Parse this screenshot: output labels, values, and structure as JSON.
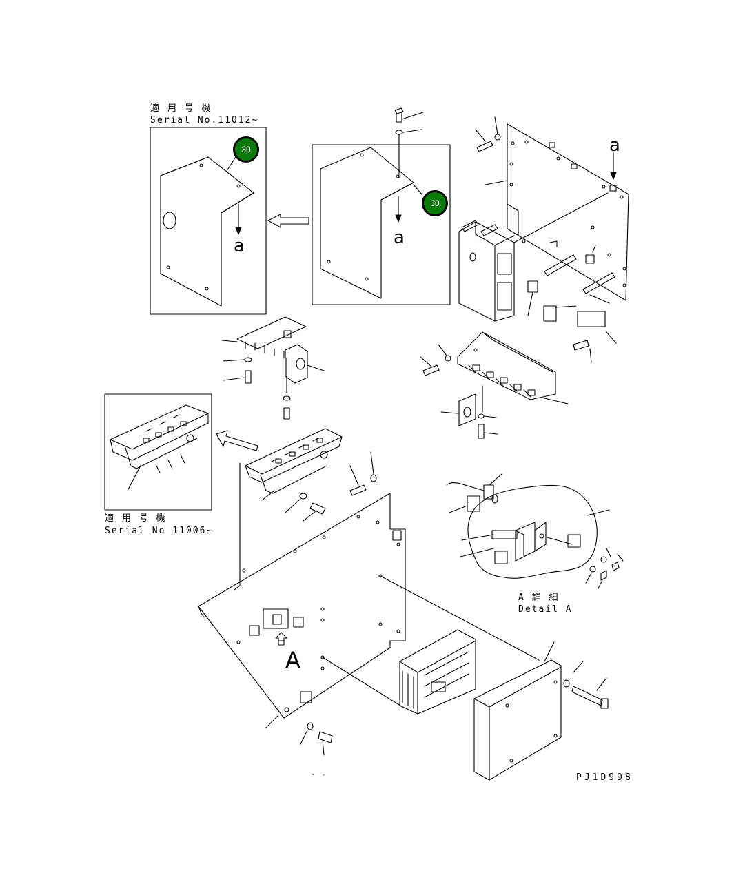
{
  "variant_top": {
    "jp": "適 用 号 機",
    "serial": "Serial No.11012~"
  },
  "variant_left": {
    "jp": "適 用 号 機",
    "serial": "Serial No 11006~"
  },
  "detail": {
    "jp": "A 詳 細",
    "en": "Detail A"
  },
  "callouts": {
    "view_a_left": "a",
    "view_a_mid": "a",
    "view_a_right": "a",
    "detail_ref": "A"
  },
  "badges": {
    "badge_1": "30",
    "badge_2": "30",
    "badge_color": "#0a7a0a"
  },
  "drawing_code": "PJ1D998",
  "stray_mark": "- -"
}
